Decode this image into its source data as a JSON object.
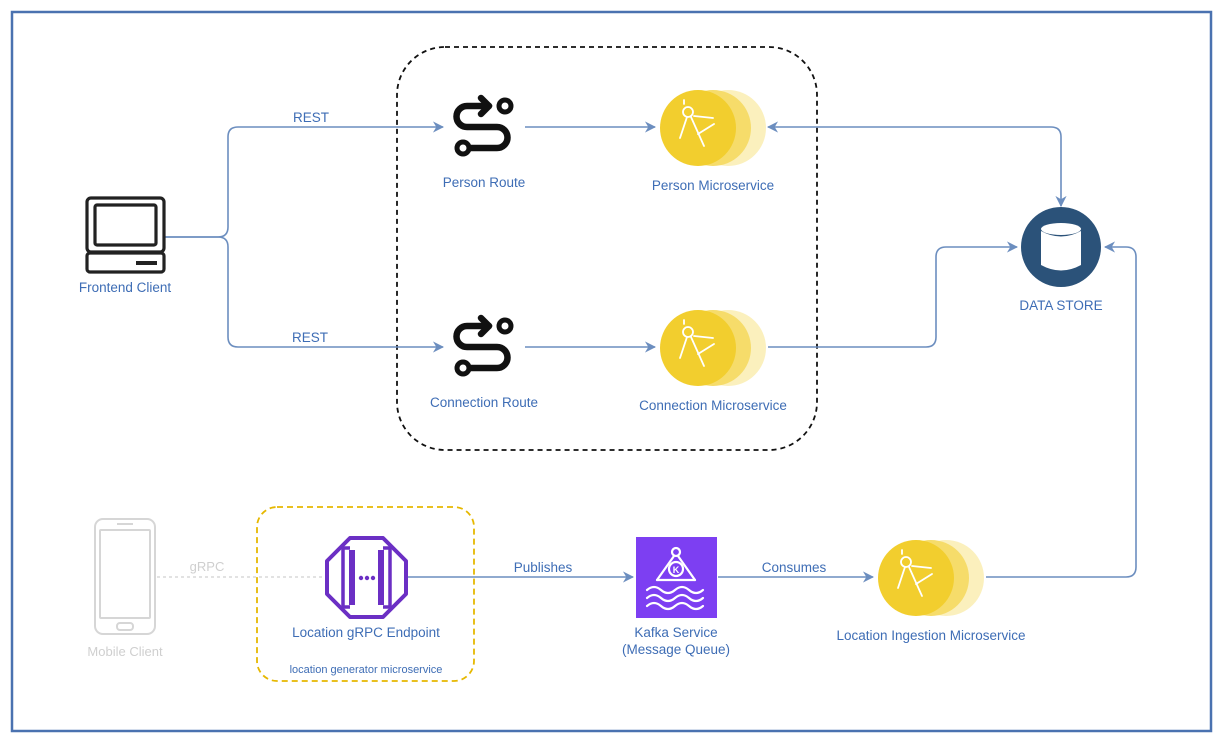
{
  "nodes": {
    "frontend_client": {
      "label": "Frontend Client",
      "icon": "desktop-computer-icon"
    },
    "person_route": {
      "label": "Person Route",
      "icon": "route-icon"
    },
    "connection_route": {
      "label": "Connection Route",
      "icon": "route-icon"
    },
    "person_microservice": {
      "label": "Person Microservice",
      "icon": "microservice-icon"
    },
    "connection_microservice": {
      "label": "Connection Microservice",
      "icon": "microservice-icon"
    },
    "data_store": {
      "label": "DATA STORE",
      "icon": "database-icon"
    },
    "mobile_client": {
      "label": "Mobile Client",
      "icon": "mobile-phone-icon"
    },
    "grpc_endpoint": {
      "label": "Location gRPC Endpoint",
      "icon": "endpoint-icon"
    },
    "location_generator_group": {
      "label": "location generator microservice"
    },
    "kafka_service": {
      "label_line1": "Kafka Service",
      "label_line2": "(Message Queue)",
      "icon": "kafka-icon"
    },
    "location_ingestion": {
      "label": "Location Ingestion Microservice",
      "icon": "microservice-icon"
    }
  },
  "edges": {
    "rest_person": "REST",
    "rest_connection": "REST",
    "grpc": "gRPC",
    "publishes": "Publishes",
    "consumes": "Consumes"
  },
  "colors": {
    "border": "#4a72b0",
    "edge": "#6c8ebf",
    "label": "#3e6db5",
    "microservice_yellow": "#f2ce2e",
    "kafka_purple": "#7d3ff2",
    "group_dashed_yellow": "#e6b800",
    "db_navy": "#2b5279",
    "faint": "#cfcfcf"
  }
}
